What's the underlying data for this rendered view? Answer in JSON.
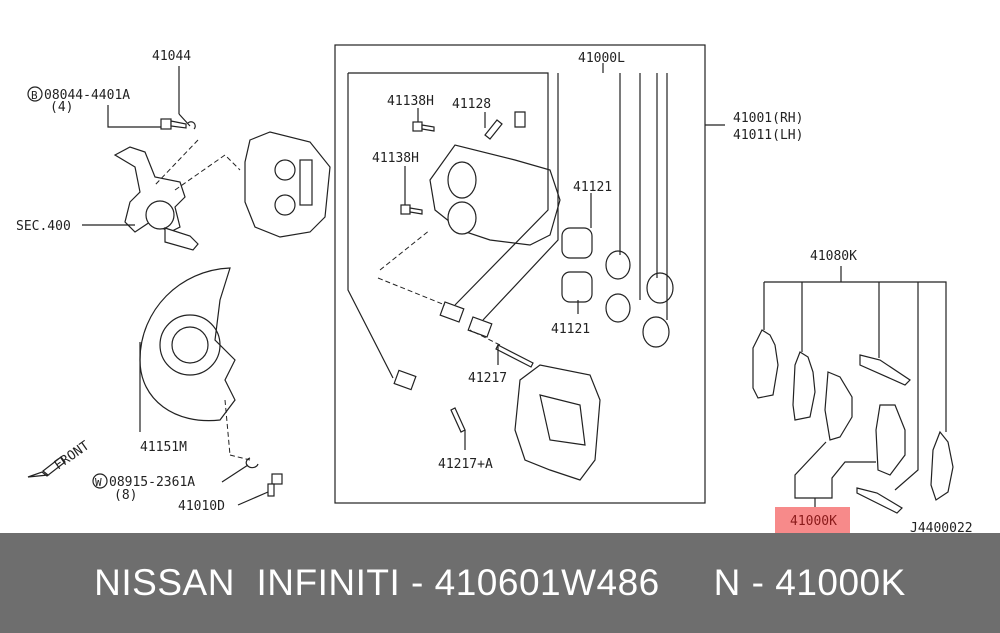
{
  "diagram": {
    "labels": {
      "p41044": "41044",
      "bolt_b": "08044-4401A",
      "bolt_b_qty": "(4)",
      "bolt_b_mark": "B",
      "sec400": "SEC.400",
      "p41151m": "41151M",
      "washer_w": "08915-2361A",
      "washer_w_qty": "(8)",
      "washer_w_mark": "W",
      "p41010d": "41010D",
      "front": "FRONT",
      "p41000l": "41000L",
      "p41138h_a": "41138H",
      "p41128": "41128",
      "p41138h_b": "41138H",
      "p41121_a": "41121",
      "p41121_b": "41121",
      "p41217": "41217",
      "p41217a": "41217+A",
      "p41001": "41001(RH)",
      "p41011": "41011(LH)",
      "p41080k": "41080K",
      "p41000k": "41000K",
      "diagram_code": "J4400022"
    },
    "highlight_color": "#f78a8a"
  },
  "footer": {
    "text": "NISSAN  INFINITI - 410601W486     N - 41000K"
  }
}
